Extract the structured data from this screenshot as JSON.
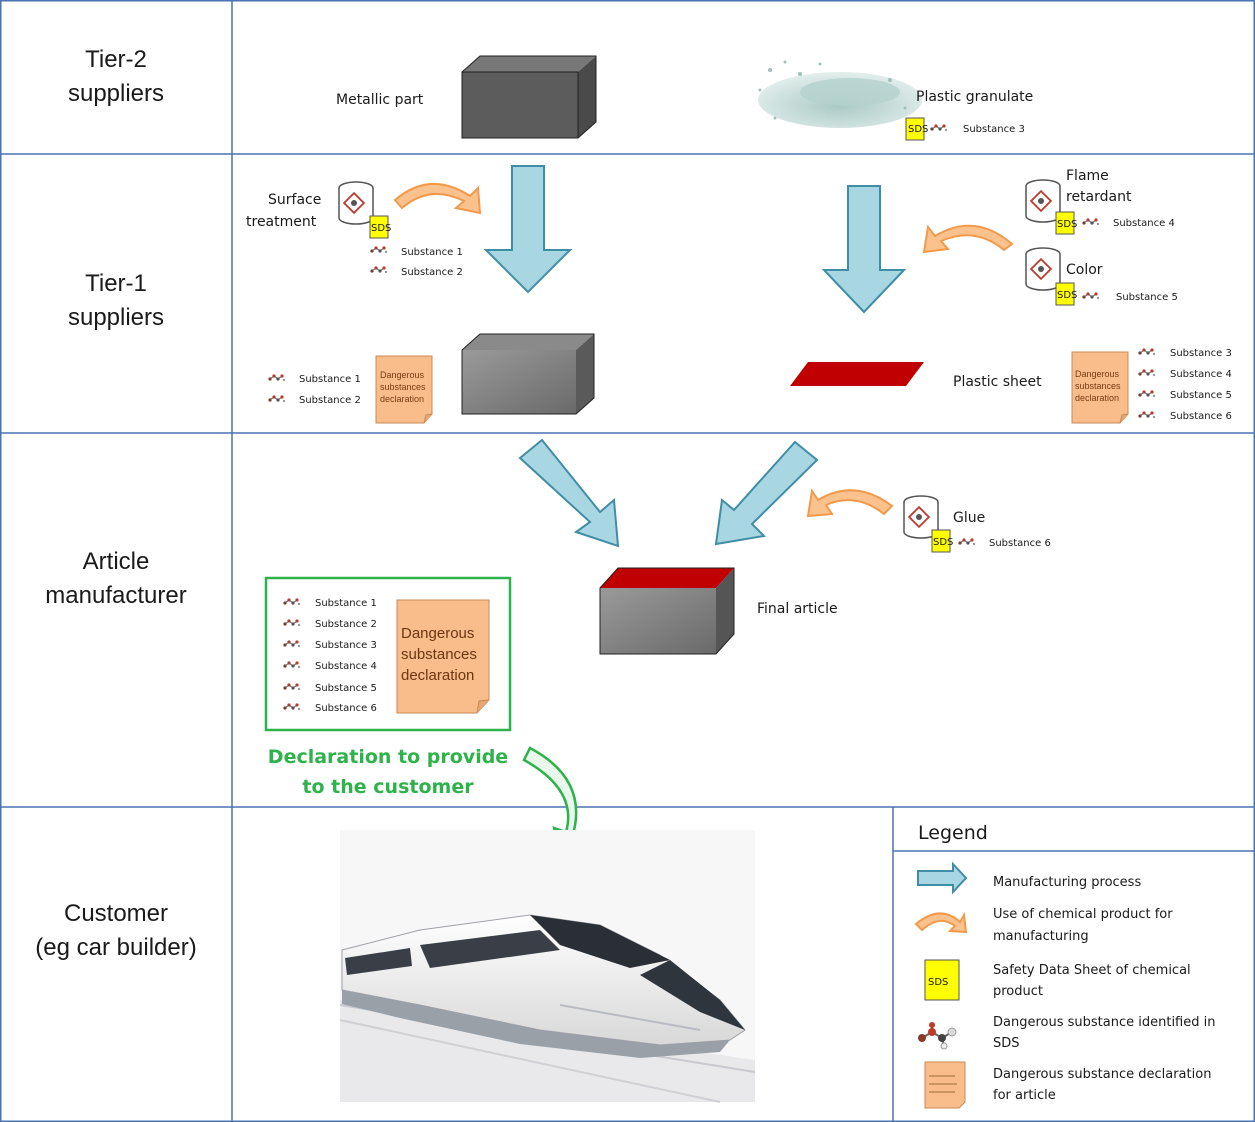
{
  "rows": [
    {
      "line1": "Tier-2",
      "line2": "suppliers"
    },
    {
      "line1": "Tier-1",
      "line2": "suppliers"
    },
    {
      "line1": "Article",
      "line2": "manufacturer"
    },
    {
      "line1": "Customer",
      "line2": "(eg car builder)"
    }
  ],
  "tier2": {
    "metallic_part": "Metallic part",
    "plastic_granulate": "Plastic granulate",
    "substance3": "Substance 3"
  },
  "tier1": {
    "surface_treatment_1": "Surface",
    "surface_treatment_2": "treatment",
    "substance1": "Substance 1",
    "substance2": "Substance 2",
    "flame_1": "Flame",
    "flame_2": "retardant",
    "substance4": "Substance 4",
    "color": "Color",
    "substance5": "Substance 5",
    "plastic_sheet": "Plastic sheet",
    "left_subs": [
      "Substance 1",
      "Substance 2"
    ],
    "right_subs": [
      "Substance 3",
      "Substance 4",
      "Substance 5",
      "Substance 6"
    ]
  },
  "article": {
    "glue": "Glue",
    "substance6": "Substance 6",
    "final_article": "Final article",
    "decl_subs": [
      "Substance 1",
      "Substance 2",
      "Substance 3",
      "Substance 4",
      "Substance 5",
      "Substance 6"
    ],
    "decl_doc": [
      "Dangerous",
      "substances",
      "declaration"
    ],
    "provide_1": "Declaration to provide",
    "provide_2": "to the customer"
  },
  "doc_small": [
    "Dangerous",
    "substances",
    "declaration"
  ],
  "sds": "SDS",
  "legend": {
    "title": "Legend",
    "items": [
      {
        "lines": [
          "Manufacturing process"
        ]
      },
      {
        "lines": [
          "Use of chemical product for",
          "manufacturing"
        ]
      },
      {
        "lines": [
          "Safety Data Sheet of chemical",
          "product"
        ]
      },
      {
        "lines": [
          "Dangerous substance identified in",
          "SDS"
        ]
      },
      {
        "lines": [
          "Dangerous substance declaration",
          "for article"
        ]
      }
    ]
  },
  "colors": {
    "process_arrow": "#a9d6e3",
    "process_arrow_stroke": "#3f8ea6",
    "use_arrow": "#f7a860",
    "sds_yellow": "#ffff00",
    "doc_orange": "#f9bd8b",
    "plastic_red": "#c00000",
    "green": "#2db34a",
    "grid": "#4a73b3"
  }
}
